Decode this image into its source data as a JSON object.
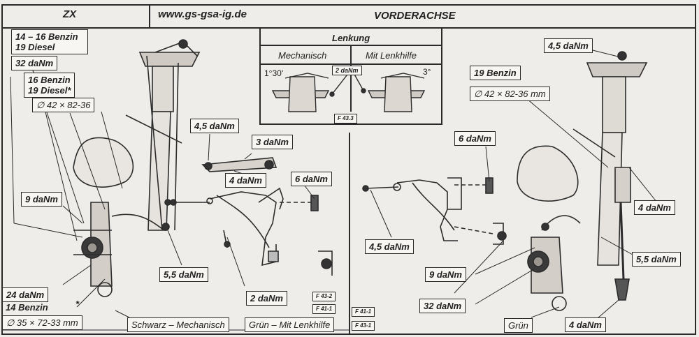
{
  "header": {
    "model": "ZX",
    "website": "www.gs-gsa-ig.de",
    "title": "VORDERACHSE"
  },
  "steering_box": {
    "title": "Lenkung",
    "col_left": "Mechanisch",
    "col_right": "Mit Lenkhilfe",
    "angle_left": "1°30'",
    "angle_right": "3°",
    "torque": "2 daNm",
    "ref": "F 43.3"
  },
  "left_labels": {
    "benzin_1416": "14 – 16 Benzin",
    "diesel_19": "19 Diesel",
    "torque_32": "32 daNm",
    "benzin_16": "16 Benzin",
    "diesel_19_star": "19 Diesel*",
    "bearing_1": "∅ 42 × 82-36",
    "torque_9": "9 daNm",
    "torque_24": "24 daNm",
    "benzin_14": "14 Benzin",
    "star": "*",
    "bearing_2": "∅ 35 × 72-33 mm",
    "torque_45": "4,5 daNm",
    "torque_3": "3 daNm",
    "torque_4": "4 daNm",
    "torque_6": "6 daNm",
    "torque_55": "5,5 daNm",
    "torque_2": "2 daNm",
    "schwarz": "Schwarz – Mechanisch",
    "gruen_lenk": "Grün – Mit Lenkhilfe",
    "ref_f432": "F 43-2",
    "ref_f411": "F 41-1"
  },
  "right_labels": {
    "ref_f411": "F 41-1",
    "ref_f431": "F 43-1",
    "torque_45_top": "4,5 daNm",
    "benzin_19": "19 Benzin",
    "bearing": "∅ 42 × 82-36 mm",
    "torque_6": "6 daNm",
    "torque_4": "4 daNm",
    "torque_45": "4,5 daNm",
    "torque_55": "5,5 daNm",
    "torque_9": "9 daNm",
    "torque_32": "32 daNm",
    "gruen": "Grün",
    "torque_4_bottom": "4 daNm"
  }
}
